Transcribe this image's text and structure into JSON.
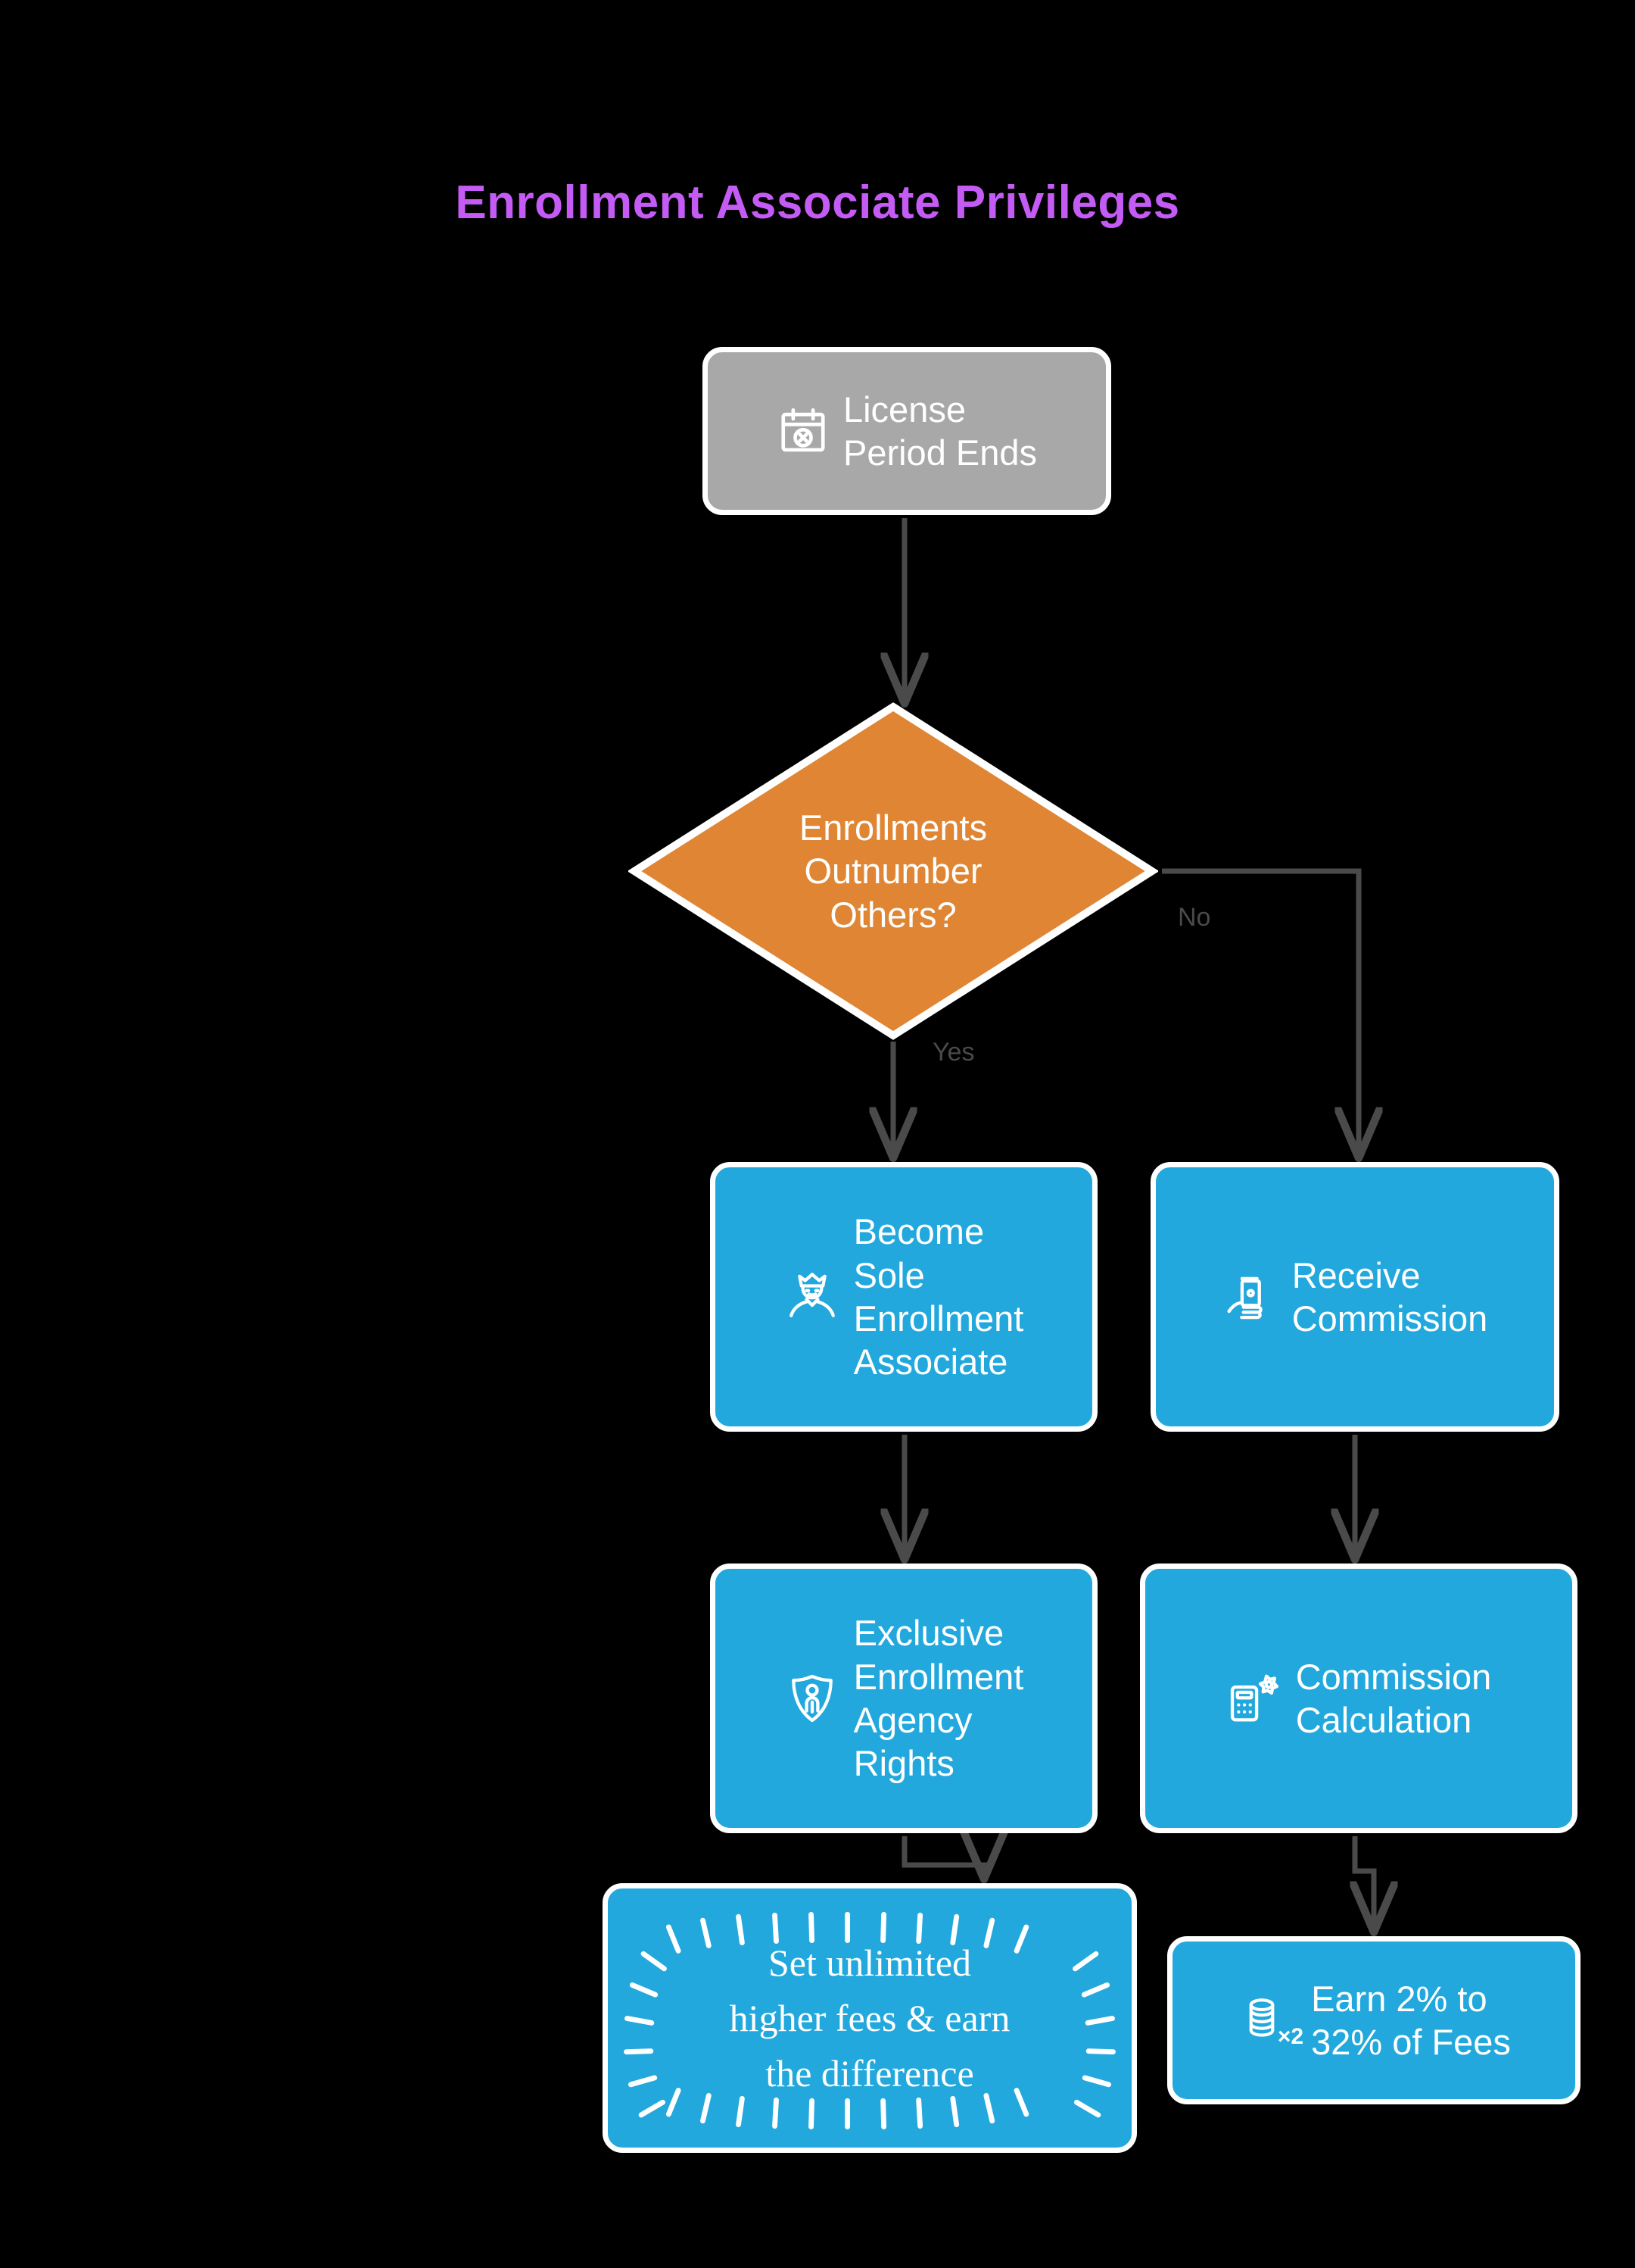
{
  "title": "Enrollment Associate Privileges",
  "colors": {
    "background": "#000000",
    "title": "#c45bf5",
    "start_node": "#a8a8a8",
    "decision_node": "#df8533",
    "process_node": "#22a8dc",
    "node_border": "#ffffff",
    "edge": "#4a4a4a",
    "node_text": "#ffffff"
  },
  "chart_data": {
    "type": "flowchart",
    "title": "Enrollment Associate Privileges",
    "nodes": [
      {
        "id": "license",
        "label": "License\nPeriod Ends",
        "shape": "rounded-rect",
        "fill": "#a8a8a8",
        "icon": "calendar-x-icon"
      },
      {
        "id": "decision",
        "label": "Enrollments\nOutnumber\nOthers?",
        "shape": "diamond",
        "fill": "#df8533",
        "icon": null
      },
      {
        "id": "sole",
        "label": "Become\nSole\nEnrollment\nAssociate",
        "shape": "rounded-rect",
        "fill": "#22a8dc",
        "icon": "king-person-icon"
      },
      {
        "id": "receive",
        "label": "Receive\nCommission",
        "shape": "rounded-rect",
        "fill": "#22a8dc",
        "icon": "hand-money-icon"
      },
      {
        "id": "rights",
        "label": "Exclusive\nEnrollment\nAgency\nRights",
        "shape": "rounded-rect",
        "fill": "#22a8dc",
        "icon": "shield-person-icon"
      },
      {
        "id": "calc",
        "label": "Commission\nCalculation",
        "shape": "rounded-rect",
        "fill": "#22a8dc",
        "icon": "calculator-gear-icon"
      },
      {
        "id": "unlimited",
        "label": "Set unlimited\nhigher fees & earn\nthe difference",
        "shape": "rounded-rect-burst",
        "fill": "#22a8dc",
        "icon": null
      },
      {
        "id": "earn",
        "label": "Earn 2% to\n32% of Fees",
        "shape": "rounded-rect",
        "fill": "#22a8dc",
        "icon": "coin-stack-x2-icon"
      }
    ],
    "edges": [
      {
        "from": "license",
        "to": "decision",
        "label": ""
      },
      {
        "from": "decision",
        "to": "sole",
        "label": "Yes"
      },
      {
        "from": "decision",
        "to": "receive",
        "label": "No"
      },
      {
        "from": "sole",
        "to": "rights",
        "label": ""
      },
      {
        "from": "receive",
        "to": "calc",
        "label": ""
      },
      {
        "from": "rights",
        "to": "unlimited",
        "label": ""
      },
      {
        "from": "calc",
        "to": "earn",
        "label": ""
      }
    ]
  },
  "nodes": {
    "license": {
      "line1": "License",
      "line2": "Period Ends"
    },
    "decision": {
      "line1": "Enrollments",
      "line2": "Outnumber",
      "line3": "Others?"
    },
    "sole": {
      "line1": "Become",
      "line2": "Sole",
      "line3": "Enrollment",
      "line4": "Associate"
    },
    "receive": {
      "line1": "Receive",
      "line2": "Commission"
    },
    "rights": {
      "line1": "Exclusive",
      "line2": "Enrollment",
      "line3": "Agency",
      "line4": "Rights"
    },
    "calc": {
      "line1": "Commission",
      "line2": "Calculation"
    },
    "unlimited": {
      "line1": "Set unlimited",
      "line2": "higher fees & earn",
      "line3": "the difference"
    },
    "earn": {
      "line1": "Earn 2% to",
      "line2": "32% of Fees",
      "badge": "×2"
    }
  },
  "edge_labels": {
    "yes": "Yes",
    "no": "No"
  }
}
